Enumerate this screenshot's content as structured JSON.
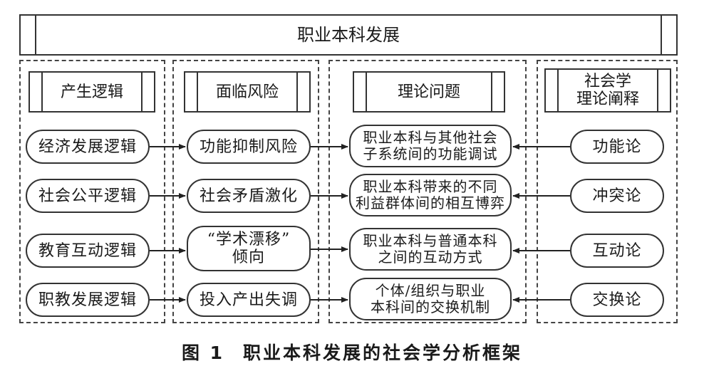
{
  "top_title": "职业本科发展",
  "columns": {
    "logic": {
      "header": "产生逻辑",
      "items": [
        "经济发展逻辑",
        "社会公平逻辑",
        "教育互动逻辑",
        "职教发展逻辑"
      ]
    },
    "risk": {
      "header": "面临风险",
      "items": [
        "功能抑制风险",
        "社会矛盾激化",
        "“学术漂移”\n倾向",
        "投入产出失调"
      ]
    },
    "issues": {
      "header": "理论问题",
      "items": [
        "职业本科与其他社会\n子系统间的功能调试",
        "职业本科带来的不同\n利益群体间的相互博弈",
        "职业本科与普通本科\n之间的互动方式",
        "个体/组织与职业\n本科间的交换机制"
      ]
    },
    "theory": {
      "header": "社会学\n理论阐释",
      "items": [
        "功能论",
        "冲突论",
        "互动论",
        "交换论"
      ]
    }
  },
  "caption": {
    "figure_label": "图 1",
    "title": "职业本科发展的社会学分析框架"
  }
}
